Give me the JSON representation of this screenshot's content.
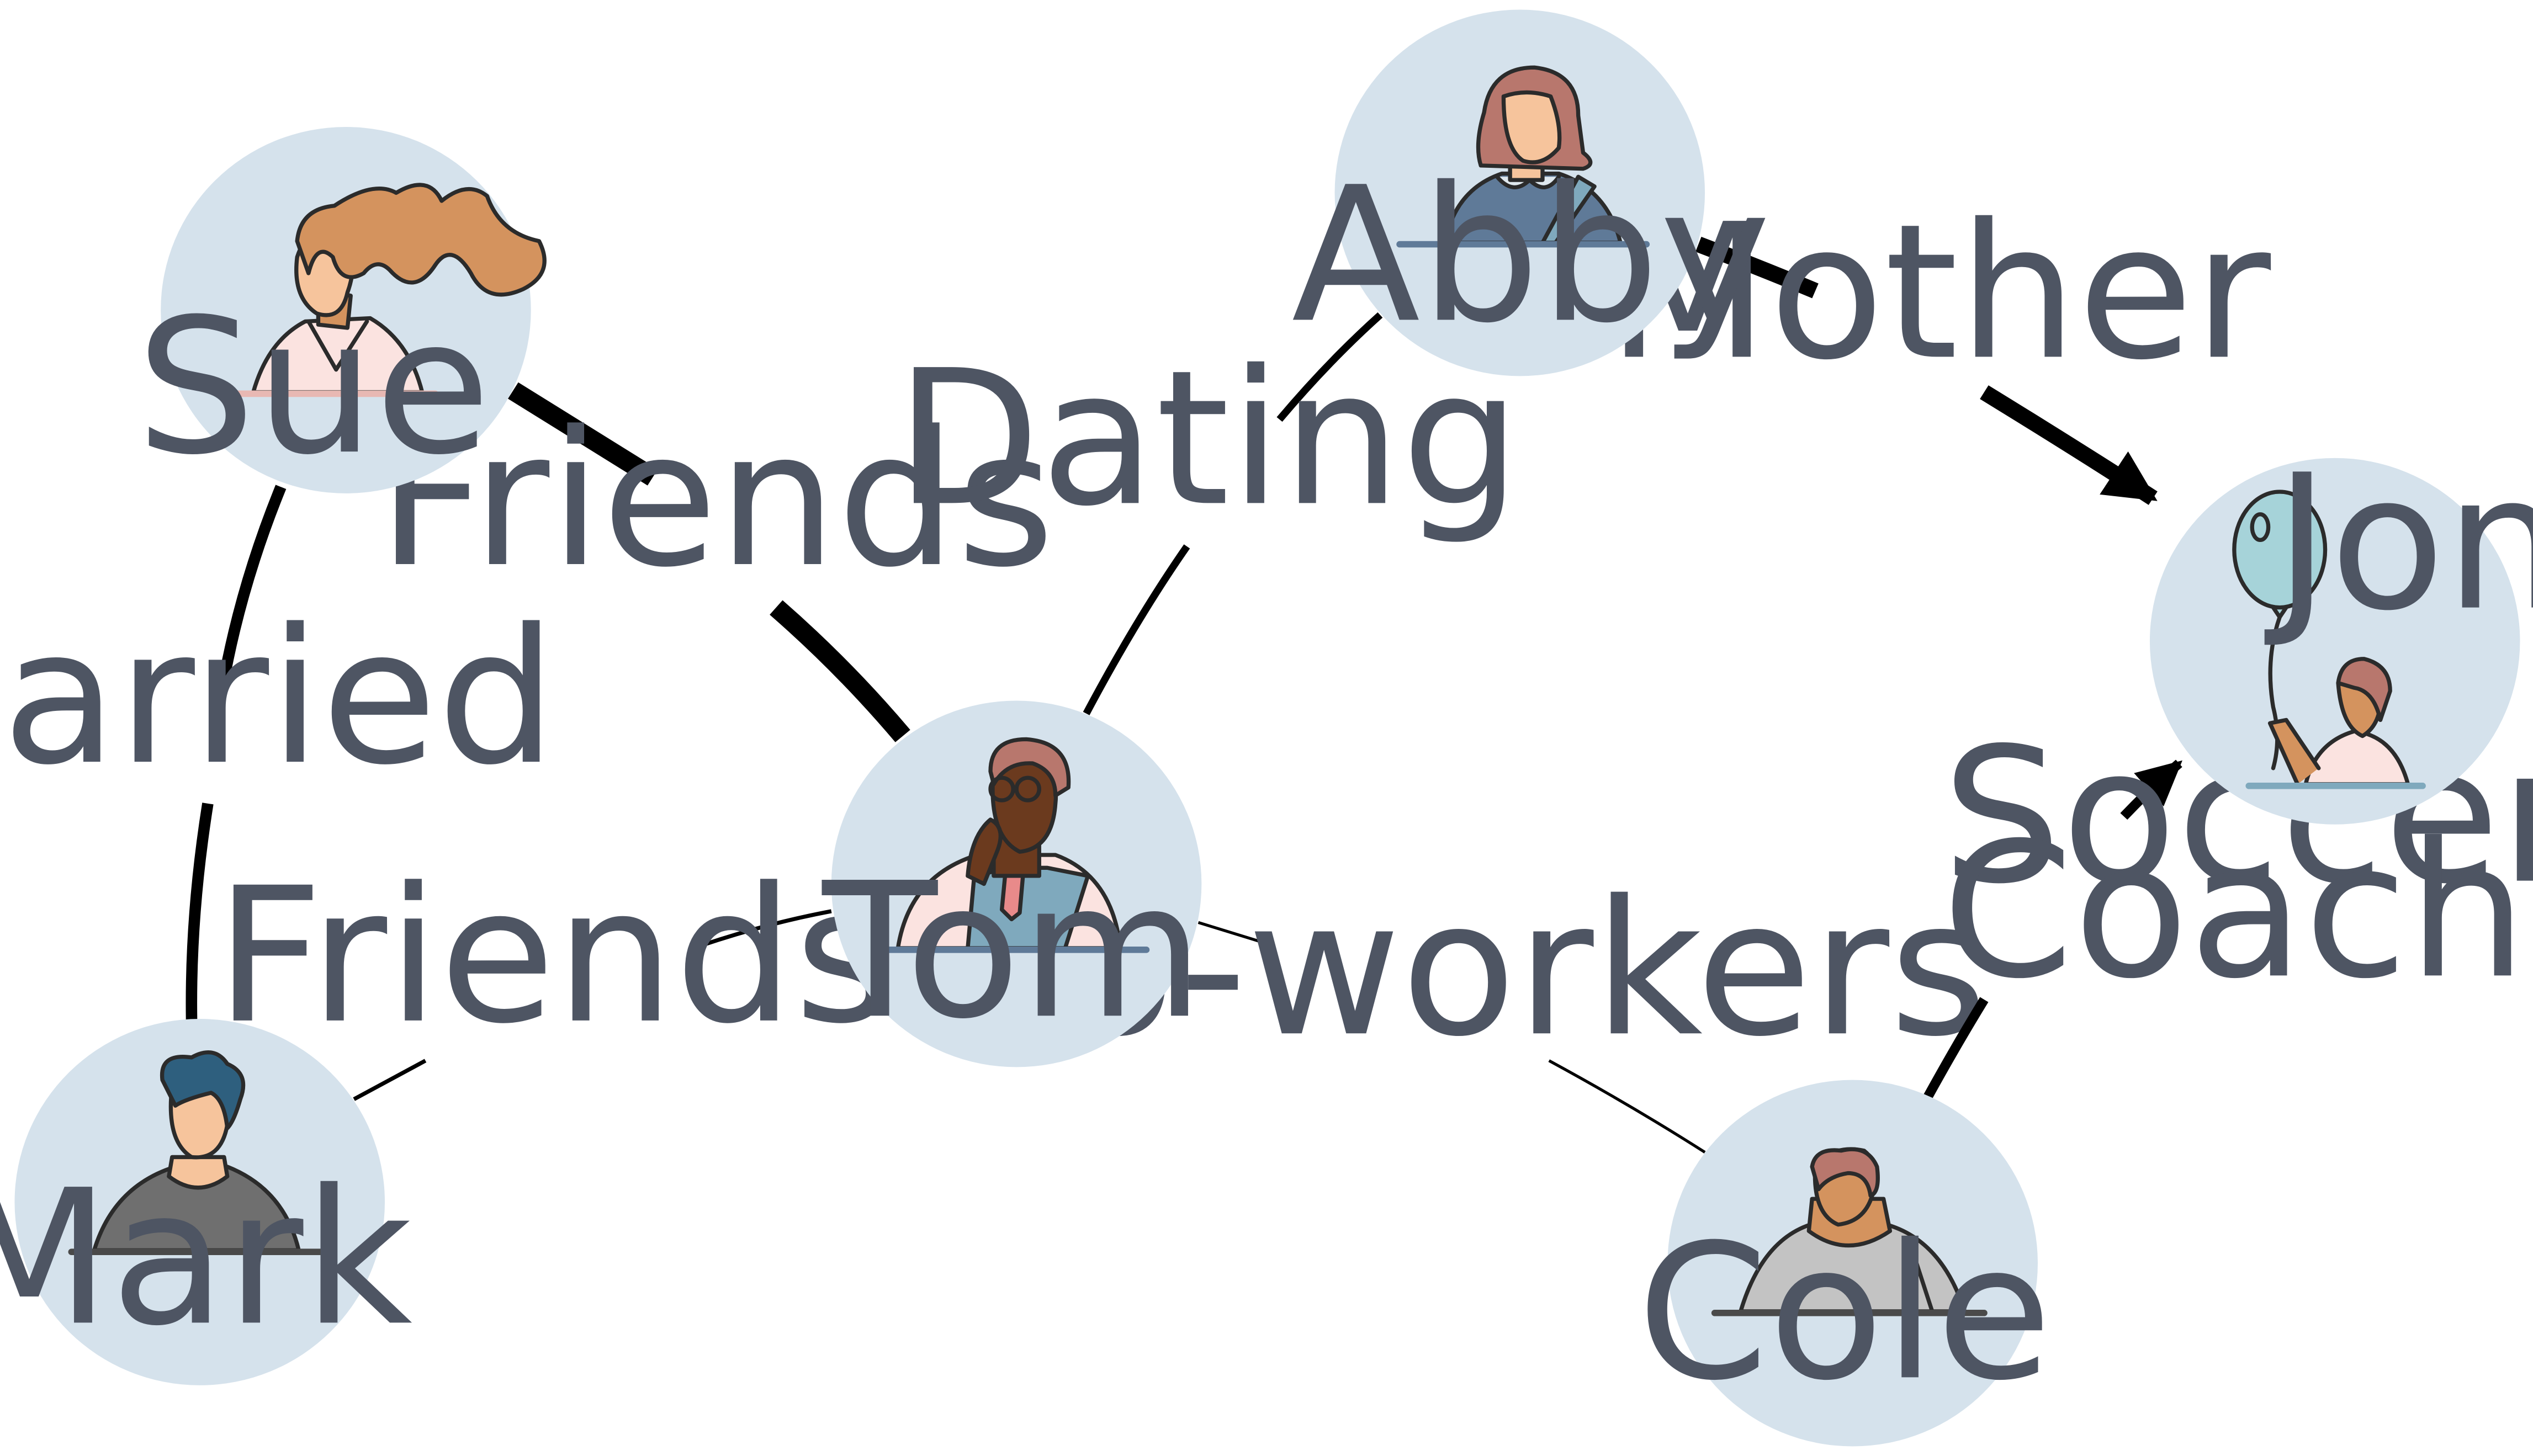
{
  "colors": {
    "node_fill": "#d5e2ec",
    "label_text": "#4e5563",
    "edge": "#000000",
    "skin_light": "#f6c49c",
    "skin_mid": "#d4935e",
    "skin_dark": "#6b3a1e",
    "hair_auburn": "#b8776d",
    "hair_ginger": "#d4935e",
    "hair_blue": "#2e5f7e",
    "shirt_slate": "#5f7a98",
    "shirt_teal": "#7fa9bd",
    "shirt_gray": "#6f6f6f",
    "shirt_lightgray": "#c3c3c3",
    "shirt_pink": "#fbe3e0",
    "balloon": "#a6d3d9"
  },
  "nodes": [
    {
      "id": "sue",
      "name": "Sue",
      "icon": "person-sue-icon"
    },
    {
      "id": "abby",
      "name": "Abby",
      "icon": "person-abby-icon"
    },
    {
      "id": "jon",
      "name": "Jon",
      "icon": "person-jon-balloon-icon"
    },
    {
      "id": "tom",
      "name": "Tom",
      "icon": "person-tom-icon"
    },
    {
      "id": "mark",
      "name": "Mark",
      "icon": "person-mark-icon"
    },
    {
      "id": "cole",
      "name": "Cole",
      "icon": "person-cole-icon"
    }
  ],
  "edges": [
    {
      "id": "sue-tom",
      "label": "Friends",
      "directed": false
    },
    {
      "id": "sue-mark",
      "label": "Married",
      "directed": false
    },
    {
      "id": "mark-tom",
      "label": "Friends",
      "directed": false
    },
    {
      "id": "tom-abby",
      "label": "Dating",
      "directed": false
    },
    {
      "id": "abby-jon",
      "label": "Mother",
      "directed": true
    },
    {
      "id": "tom-cole",
      "label": "Co-workers",
      "directed": false
    },
    {
      "id": "cole-jon",
      "label_lines": [
        "Soccer",
        "Coach"
      ],
      "directed": true
    }
  ]
}
